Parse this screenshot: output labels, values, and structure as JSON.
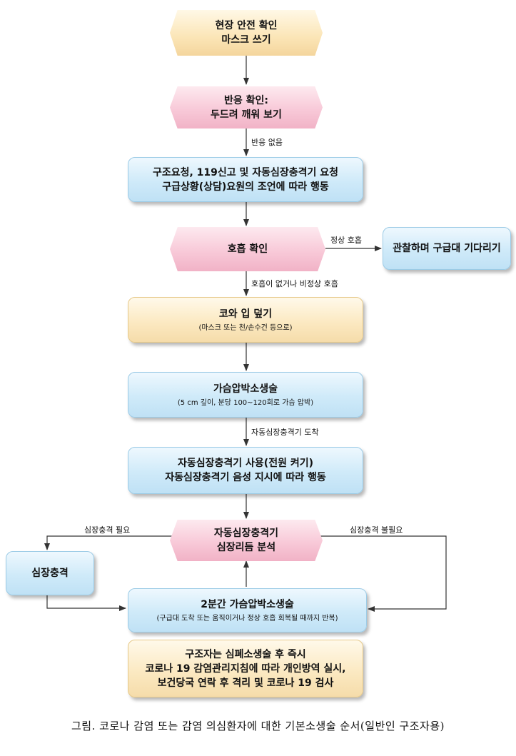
{
  "nodes": {
    "scene_safety": {
      "line1": "현장 안전 확인",
      "line2": "마스크 쓰기"
    },
    "check_response": {
      "line1": "반응 확인:",
      "line2": "두드려 깨워 보기"
    },
    "call_help": {
      "line1": "구조요청, 119신고 및 자동심장충격기 요청",
      "line2": "구급상황(상담)요원의 조언에 따라 행동"
    },
    "check_breathing": {
      "line1": "호흡 확인"
    },
    "observe_wait": {
      "line1": "관찰하며 구급대 기다리기"
    },
    "cover_mouth": {
      "line1": "코와 입 덮기",
      "sub": "(마스크 또는 천/손수건 등으로)"
    },
    "chest_compression": {
      "line1": "가슴압박소생술",
      "sub": "(5 cm 깊이, 분당 100~120회로 가슴 압박)"
    },
    "use_aed": {
      "line1": "자동심장충격기 사용(전원 켜기)",
      "line2": "자동심장충격기 음성 지시에 따라 행동"
    },
    "aed_analysis": {
      "line1": "자동심장충격기",
      "line2": "심장리듬 분석"
    },
    "shock": {
      "line1": "심장충격"
    },
    "cpr_2min": {
      "line1": "2분간 가슴압박소생술",
      "sub": "(구급대 도착 또는 움직이거나 정상 호흡 회복될 때까지 반복)"
    },
    "after_cpr": {
      "line1": "구조자는 심폐소생술 후 즉시",
      "line2": "코로나 19 감염관리지침에 따라 개인방역 실시,",
      "line3": "보건당국 연락 후 격리 및 코로나 19 검사"
    }
  },
  "edge_labels": {
    "no_response": "반응 없음",
    "normal_breathing": "정상 호흡",
    "abnormal_breathing": "호흡이 없거나 비정상 호흡",
    "aed_arrival": "자동심장충격기 도착",
    "shock_needed": "심장충격 필요",
    "shock_not_needed": "심장충격 불필요"
  },
  "caption": "그림. 코로나 감염 또는 감염 의심환자에 대한 기본소생술 순서(일반인 구조자용)"
}
